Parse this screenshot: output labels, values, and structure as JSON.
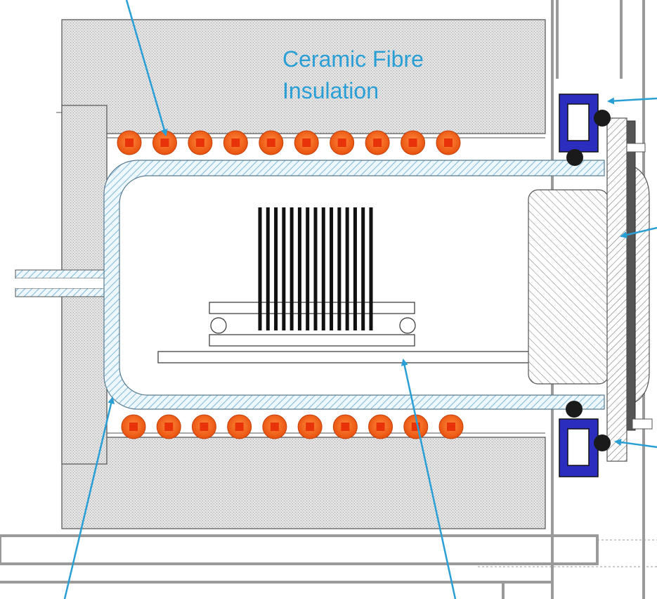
{
  "labels": {
    "insulation_line1": "Ceramic Fibre",
    "insulation_line2": "Insulation"
  },
  "counts": {
    "heater_coils_per_row": 10,
    "wafers": 15
  },
  "colors": {
    "label": "#2a9fd6",
    "arrow": "#2a9fd6",
    "insulation": "#dcdcdc",
    "tube_hatch": "#8fc7e6",
    "coil_outer": "#f26522",
    "coil_inner": "#e8320a",
    "clamp_blue": "#2b2dbf",
    "frame": "#9a9a9a",
    "wafer": "#111111"
  }
}
